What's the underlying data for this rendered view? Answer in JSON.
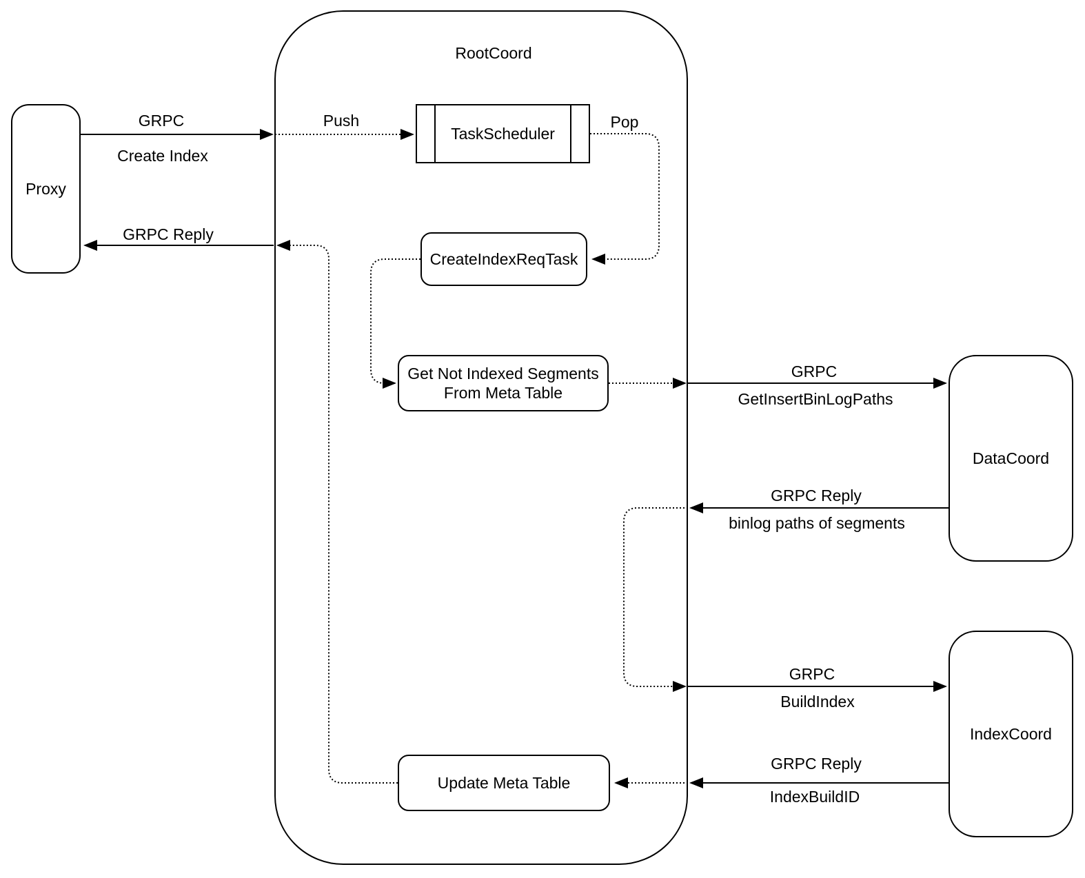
{
  "diagram": {
    "container": {
      "title": "RootCoord"
    },
    "nodes": {
      "proxy": {
        "label": "Proxy"
      },
      "task_scheduler": {
        "label": "TaskScheduler"
      },
      "create_index_req_task": {
        "label": "CreateIndexReqTask"
      },
      "get_not_indexed_segments": {
        "label_line1": "Get Not Indexed Segments",
        "label_line2": "From Meta Table"
      },
      "update_meta_table": {
        "label": "Update Meta Table"
      },
      "data_coord": {
        "label": "DataCoord"
      },
      "index_coord": {
        "label": "IndexCoord"
      }
    },
    "edge_labels": {
      "grpc_create_index_top": "GRPC",
      "grpc_create_index_bottom": "Create Index",
      "grpc_reply_to_proxy": "GRPC Reply",
      "push": "Push",
      "pop": "Pop",
      "grpc_get_insert_top": "GRPC",
      "grpc_get_insert_bottom": "GetInsertBinLogPaths",
      "grpc_reply_binlog_top": "GRPC Reply",
      "grpc_reply_binlog_bottom": "binlog paths of segments",
      "grpc_build_index_top": "GRPC",
      "grpc_build_index_bottom": "BuildIndex",
      "grpc_reply_buildid_top": "GRPC Reply",
      "grpc_reply_buildid_bottom": "IndexBuildID"
    },
    "colors": {
      "stroke": "#000000",
      "background": "#ffffff",
      "text": "#000000"
    }
  }
}
